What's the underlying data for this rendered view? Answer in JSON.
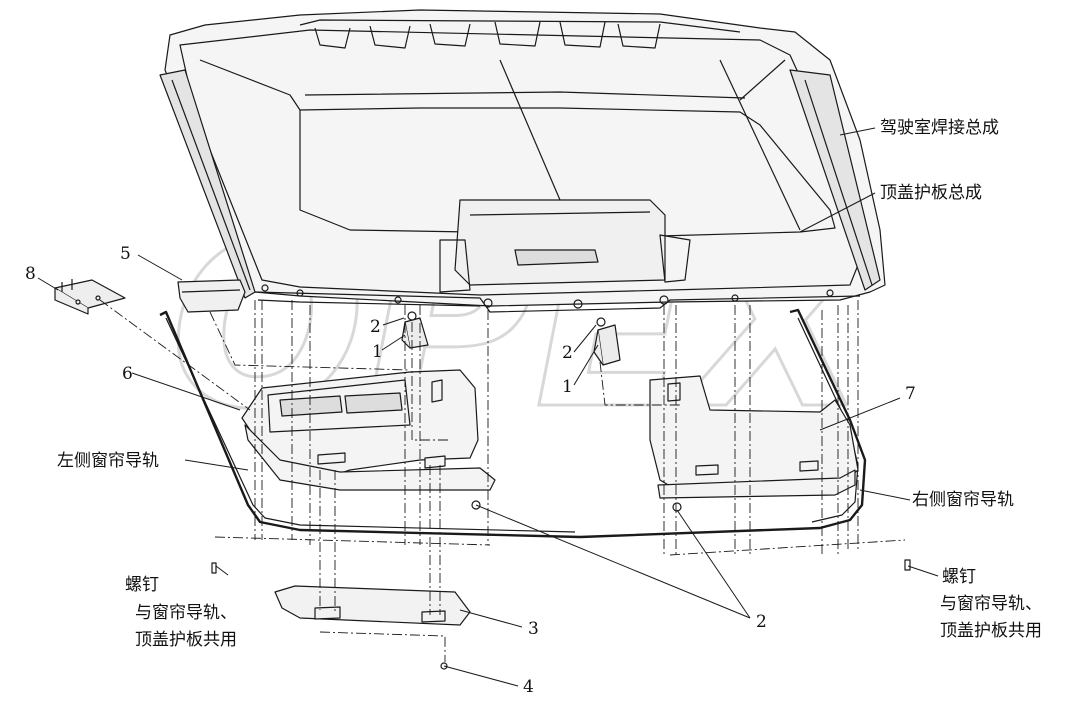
{
  "callouts": {
    "cab_weld": "驾驶室焊接总成",
    "roof_panel": "顶盖护板总成",
    "left_rail": "左侧窗帘导轨",
    "right_rail": "右侧窗帘导轨",
    "screw_left_title": "螺钉",
    "screw_left_line1": "与窗帘导轨、",
    "screw_left_line2": "顶盖护板共用",
    "screw_right_title": "螺钉",
    "screw_right_line1": "与窗帘导轨、",
    "screw_right_line2": "顶盖护板共用"
  },
  "part_numbers": {
    "n8": "8",
    "n5": "5",
    "n2_left": "2",
    "n1_left": "1",
    "n6": "6",
    "n2_mid": "2",
    "n1_mid": "1",
    "n7": "7",
    "n3": "3",
    "n2_bottom": "2",
    "n4": "4"
  },
  "watermark": {
    "text": "OPEX",
    "color": "#d4d4d4"
  },
  "colors": {
    "line": "#1a1a1a",
    "fill": "#ececec"
  }
}
